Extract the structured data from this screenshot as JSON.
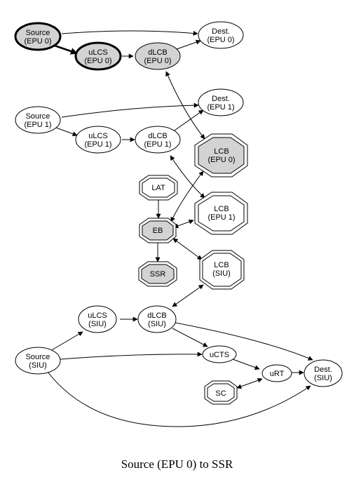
{
  "caption": "Source (EPU 0) to SSR",
  "colors": {
    "highlight_fill": "#d3d3d3",
    "stroke": "#000000",
    "background": "#ffffff"
  },
  "nodes": {
    "source_epu0": [
      "Source",
      "(EPU 0)"
    ],
    "ulcs_epu0": [
      "uLCS",
      "(EPU 0)"
    ],
    "dlcb_epu0": [
      "dLCB",
      "(EPU 0)"
    ],
    "dest_epu0": [
      "Dest.",
      "(EPU 0)"
    ],
    "source_epu1": [
      "Source",
      "(EPU 1)"
    ],
    "ulcs_epu1": [
      "uLCS",
      "(EPU 1)"
    ],
    "dlcb_epu1": [
      "dLCB",
      "(EPU 1)"
    ],
    "dest_epu1": [
      "Dest.",
      "(EPU 1)"
    ],
    "lcb_epu0": [
      "LCB",
      "(EPU 0)"
    ],
    "lat": [
      "LAT"
    ],
    "eb": [
      "EB"
    ],
    "lcb_epu1": [
      "LCB",
      "(EPU 1)"
    ],
    "ssr": [
      "SSR"
    ],
    "lcb_siu": [
      "LCB",
      "(SIU)"
    ],
    "ulcs_siu": [
      "uLCS",
      "(SIU)"
    ],
    "dlcb_siu": [
      "dLCB",
      "(SIU)"
    ],
    "source_siu": [
      "Source",
      "(SIU)"
    ],
    "ucts": [
      "uCTS"
    ],
    "urt": [
      "uRT"
    ],
    "dest_siu": [
      "Dest.",
      "(SIU)"
    ],
    "sc": [
      "SC"
    ]
  }
}
